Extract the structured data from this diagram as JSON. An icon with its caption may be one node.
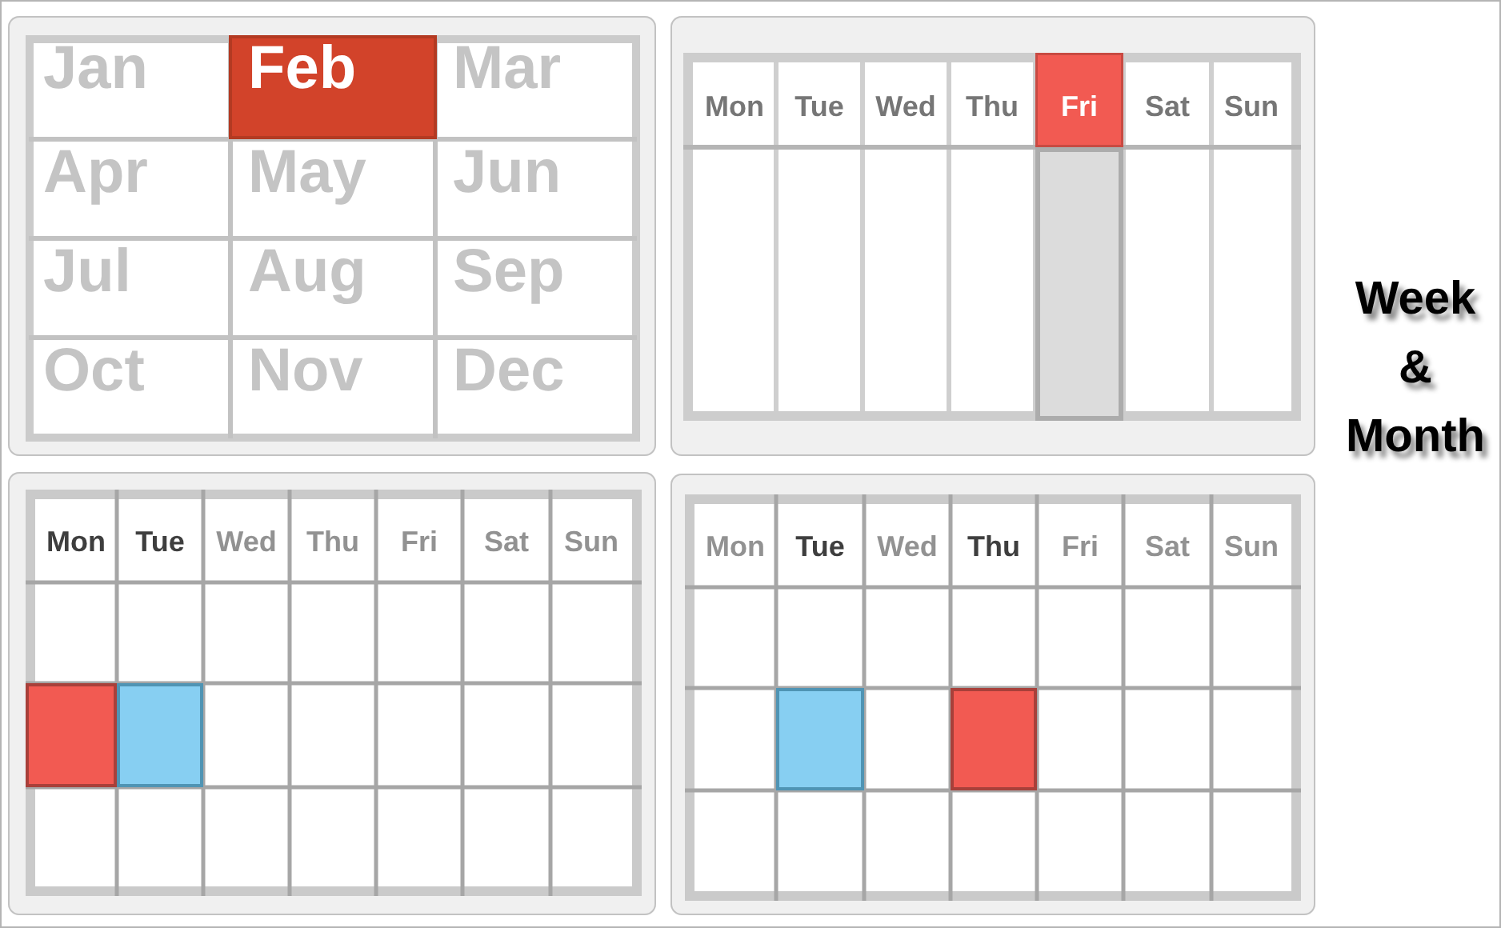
{
  "diagram": {
    "nodes": [
      {
        "text": [
          "Jan",
          "Feb",
          "Mar",
          "Apr",
          "May",
          "Jun",
          "Jul",
          "Aug",
          "Sep",
          "Oct",
          "Nov",
          "Dec"
        ]
      },
      {
        "text": [
          "Mon",
          "Tue",
          "Wed",
          "Thu",
          "Fri",
          "Sat",
          "Sun"
        ]
      },
      {
        "text": [
          "Mon",
          "Tue",
          "Wed",
          "Thu",
          "Fri",
          "Sat",
          "Sun"
        ]
      },
      {
        "text": [
          "Mon",
          "Tue",
          "Wed",
          "Thu",
          "Fri",
          "Sat",
          "Sun"
        ]
      }
    ],
    "labels": [
      "Week & Month"
    ]
  }
}
